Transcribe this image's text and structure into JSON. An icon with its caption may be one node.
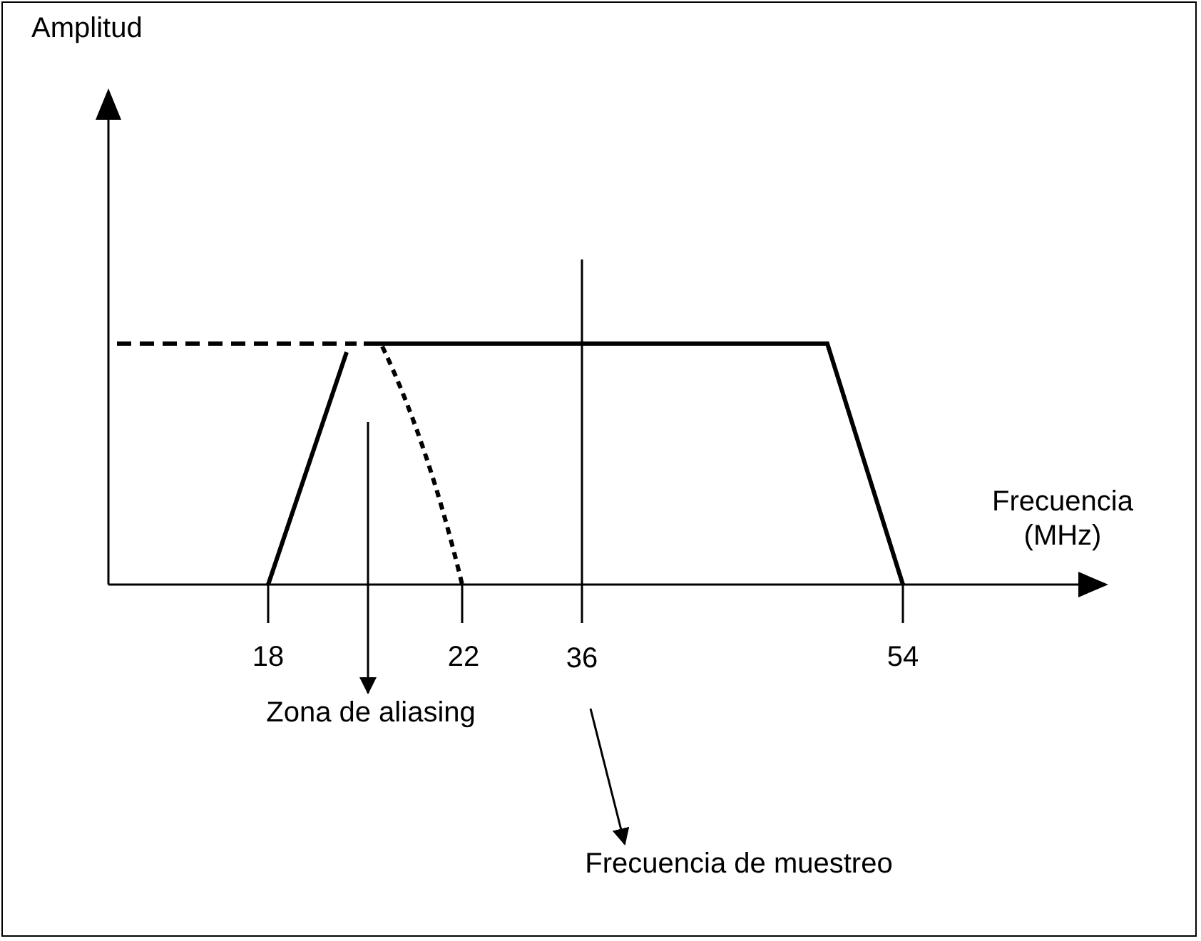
{
  "diagram": {
    "nodes": [
      {
        "text": [
          "Zona de aliasing"
        ]
      },
      {
        "text": [
          "36"
        ]
      },
      {
        "text": [
          "Frecuencia de muestreo"
        ]
      }
    ],
    "edges": [
      {
        "from": null,
        "to": 0,
        "arrow": "to"
      },
      {
        "from": 1,
        "to": 2,
        "arrow": "to"
      }
    ],
    "labels": [
      "Amplitud",
      "Frecuencia (MHz)",
      "18",
      "22",
      "54"
    ]
  }
}
